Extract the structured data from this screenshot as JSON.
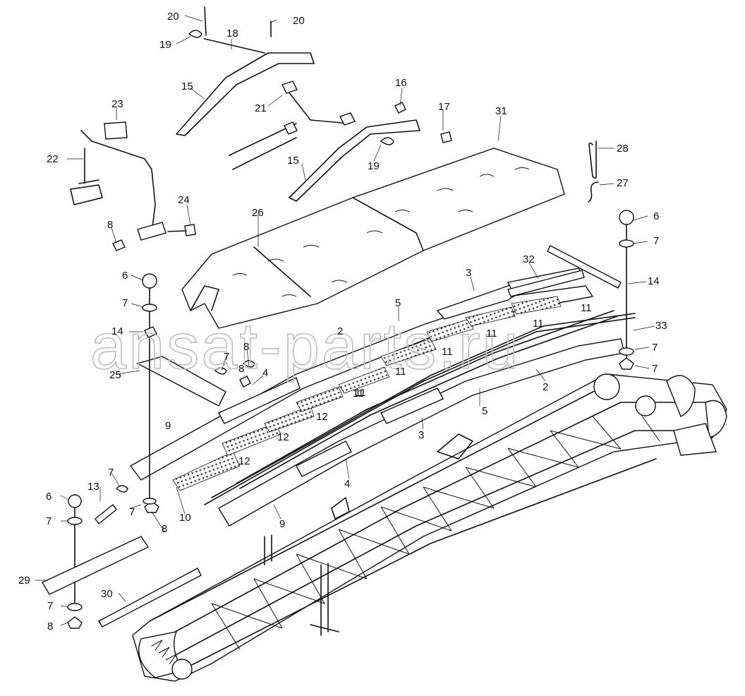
{
  "watermark": "ansat-parts.ru",
  "callouts": [
    "20",
    "20",
    "19",
    "18",
    "15",
    "21",
    "16",
    "17",
    "31",
    "23",
    "22",
    "19",
    "15",
    "28",
    "27",
    "24",
    "26",
    "8",
    "6",
    "7",
    "32",
    "3",
    "6",
    "7",
    "14",
    "7",
    "5",
    "11",
    "11",
    "11",
    "33",
    "14",
    "2",
    "11",
    "11",
    "7",
    "7",
    "8",
    "8",
    "25",
    "4",
    "11",
    "2",
    "12",
    "11",
    "9",
    "5",
    "12",
    "3",
    "12",
    "7",
    "4",
    "13",
    "6",
    "7",
    "10",
    "9",
    "7",
    "8",
    "29",
    "30",
    "7",
    "8"
  ]
}
